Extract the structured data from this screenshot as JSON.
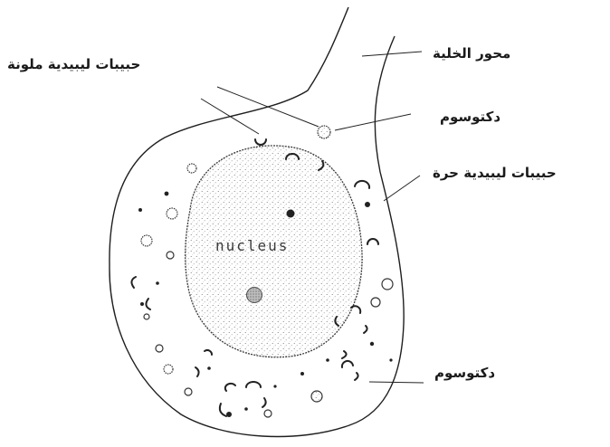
{
  "labels": {
    "colored_lipid_granules": "حبيبات ليبيدية ملونة",
    "cell_axis": "محور الخلية",
    "dictyosome_top": "دكتوسوم",
    "free_lipid_granules": "حبيبات ليبيدية حرة",
    "dictyosome_bottom": "دكتوسوم",
    "nucleus": "nucleus"
  }
}
